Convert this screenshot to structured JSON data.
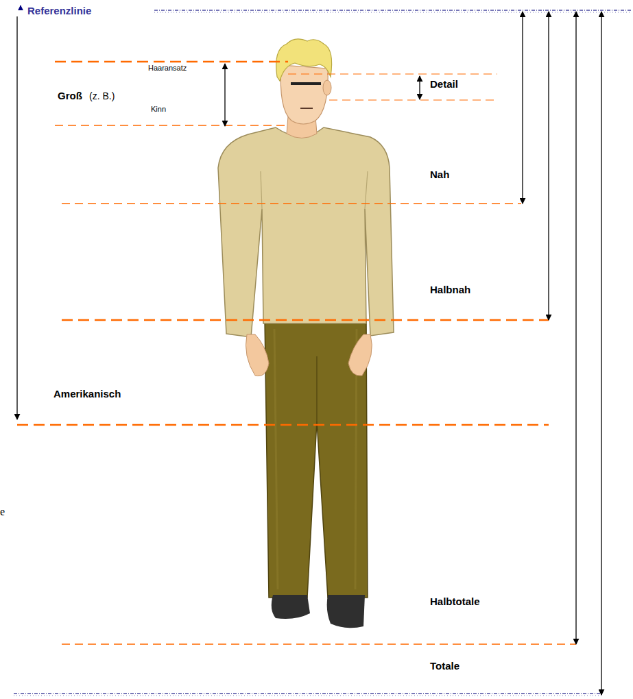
{
  "diagram": {
    "labels": [
      "Referenzlinie",
      "Haaransatz",
      "Groß",
      "(z. B.)",
      "Kinn",
      "Detail",
      "Nah",
      "Halbnah",
      "Amerikanisch",
      "e",
      "Halbtotale",
      "Totale"
    ]
  }
}
